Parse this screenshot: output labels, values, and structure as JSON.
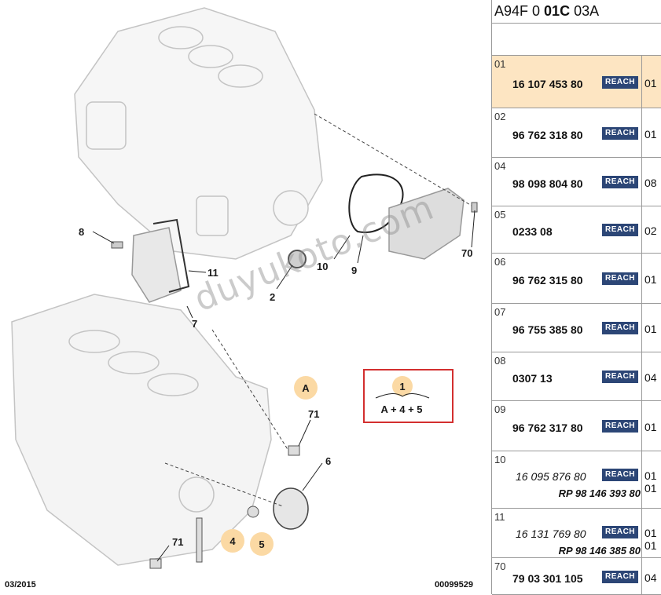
{
  "header": {
    "prefix": "A94F 0 ",
    "bold": "01C",
    "suffix": " 03A"
  },
  "footer": {
    "date": "03/2015",
    "code": "00099529"
  },
  "watermark": "duyukoto.com",
  "formula": {
    "top": "1",
    "bottom": "A + 4 + 5"
  },
  "callouts": [
    "8",
    "11",
    "2",
    "7",
    "10",
    "9",
    "70",
    "A",
    "71",
    "6",
    "4",
    "5",
    "71"
  ],
  "reach_label": "REACH",
  "parts": [
    {
      "idx": "01",
      "ref": "16 107 453 80",
      "qty": "01",
      "selected": true
    },
    {
      "idx": "02",
      "ref": "96 762 318 80",
      "qty": "01"
    },
    {
      "idx": "04",
      "ref": "98 098 804 80",
      "qty": "08"
    },
    {
      "idx": "05",
      "ref": "0233 08",
      "qty": "02"
    },
    {
      "idx": "06",
      "ref": "96 762 315 80",
      "qty": "01"
    },
    {
      "idx": "07",
      "ref": "96 755 385 80",
      "qty": "01"
    },
    {
      "idx": "08",
      "ref": "0307 13",
      "qty": "04"
    },
    {
      "idx": "09",
      "ref": "96 762 317 80",
      "qty": "01"
    },
    {
      "idx": "10",
      "ref": "16 095 876 80",
      "qty": "01",
      "italic": true,
      "rp": "RP 98 146 393 80",
      "qty2": "01"
    },
    {
      "idx": "11",
      "ref": "16 131 769 80",
      "qty": "01",
      "italic": true,
      "rp": "RP 98 146 385 80",
      "qty2": "01"
    },
    {
      "idx": "70",
      "ref": "79 03 301 105",
      "qty": "04"
    }
  ]
}
